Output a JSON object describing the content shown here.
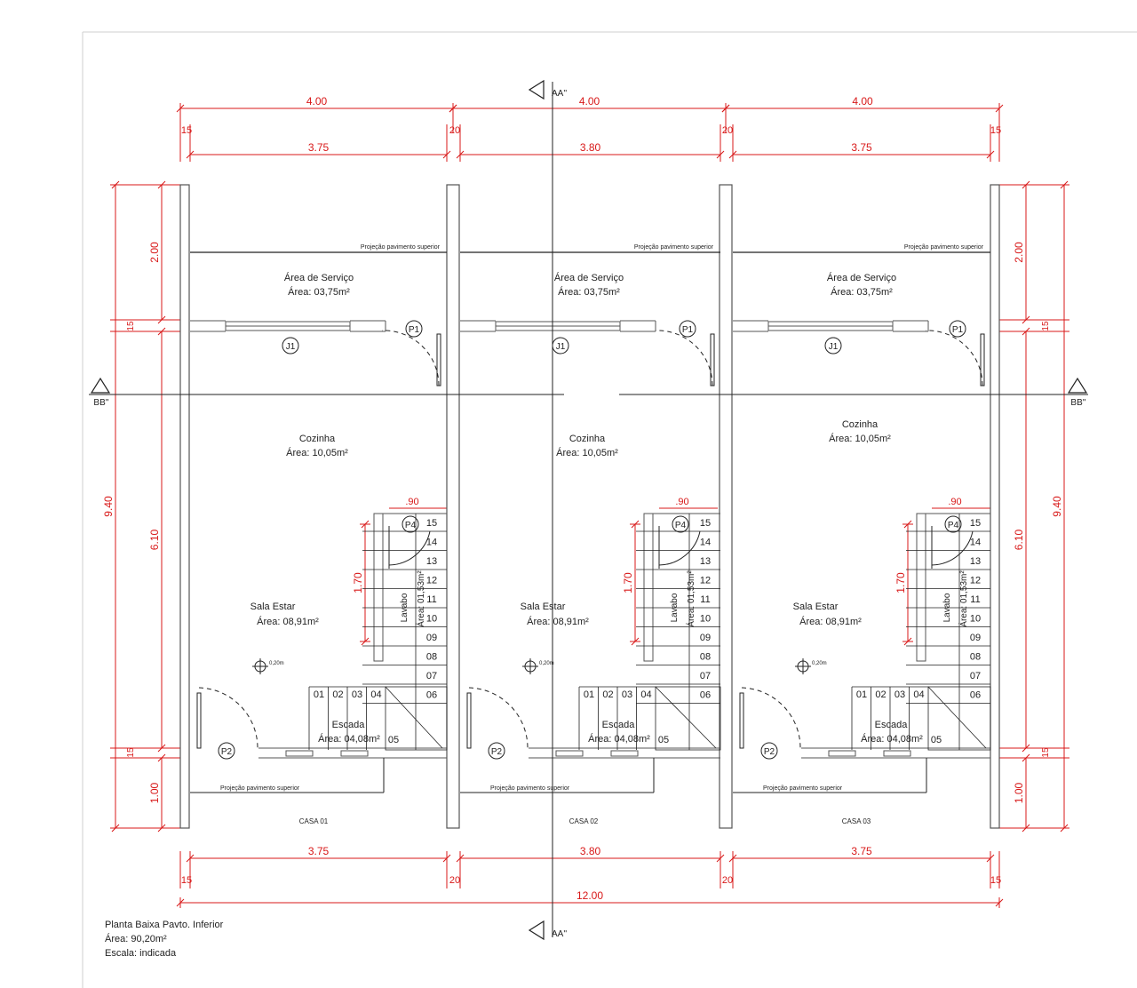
{
  "colors": {
    "wall": "#555555",
    "line": "#222222",
    "dim": "#d81818",
    "frame": "#cfcfcf"
  },
  "section_marks": {
    "aa": "AA''",
    "bb": "BB''"
  },
  "dimensions": {
    "house_width": "4.00",
    "inner_w1": "3.75",
    "inner_w2": "3.80",
    "inner_w3": "3.75",
    "wall_15": "15",
    "wall_20": "20",
    "total_depth": "9.40",
    "back_depth": "2.00",
    "middle_depth": "6.10",
    "front_depth": "1.00",
    "stair_width": ".90",
    "lavabo_length": "1.70",
    "total_width": "12.00"
  },
  "houses": [
    {
      "name": "CASA 01",
      "servico": "Área de Serviço",
      "servico_area": "Área: 03,75m²",
      "cozinha": "Cozinha",
      "cozinha_area": "Área: 10,05m²",
      "sala": "Sala Estar",
      "sala_area": "Área: 08,91m²",
      "lavabo": "Lavabo",
      "lavabo_area": "Área: 01,53m²",
      "escada": "Escada",
      "escada_area": "Área: 04,08m²",
      "proj_top": "Projeção pavimento superior",
      "proj_bottom": "Projeção pavimento superior",
      "level": "0,20m"
    },
    {
      "name": "CASA 02",
      "servico": "Área de Serviço",
      "servico_area": "Área: 03,75m²",
      "cozinha": "Cozinha",
      "cozinha_area": "Área: 10,05m²",
      "sala": "Sala Estar",
      "sala_area": "Área: 08,91m²",
      "lavabo": "Lavabo",
      "lavabo_area": "Área: 01,53m²",
      "escada": "Escada",
      "escada_area": "Área: 04,08m²",
      "proj_top": "Projeção pavimento superior",
      "proj_bottom": "Projeção pavimento superior",
      "level": "0,20m"
    },
    {
      "name": "CASA 03",
      "servico": "Área de Serviço",
      "servico_area": "Área: 03,75m²",
      "cozinha": "Cozinha",
      "cozinha_area": "Área: 10,05m²",
      "sala": "Sala Estar",
      "sala_area": "Área: 08,91m²",
      "lavabo": "Lavabo",
      "lavabo_area": "Área: 01,53m²",
      "escada": "Escada",
      "escada_area": "Área: 04,08m²",
      "proj_top": "Projeção pavimento superior",
      "proj_bottom": "Projeção pavimento superior",
      "level": "0,20m"
    }
  ],
  "tags": {
    "door_service": "P1",
    "door_front": "P2",
    "door_lavabo": "P4",
    "window": "J1"
  },
  "stair_steps": [
    "01",
    "02",
    "03",
    "04",
    "05",
    "06",
    "07",
    "08",
    "09",
    "10",
    "11",
    "12",
    "13",
    "14",
    "15"
  ],
  "caption": {
    "title": "Planta Baixa Pavto. Inferior",
    "area": "Área: 90,20m²",
    "scale": "Escala: indicada"
  }
}
